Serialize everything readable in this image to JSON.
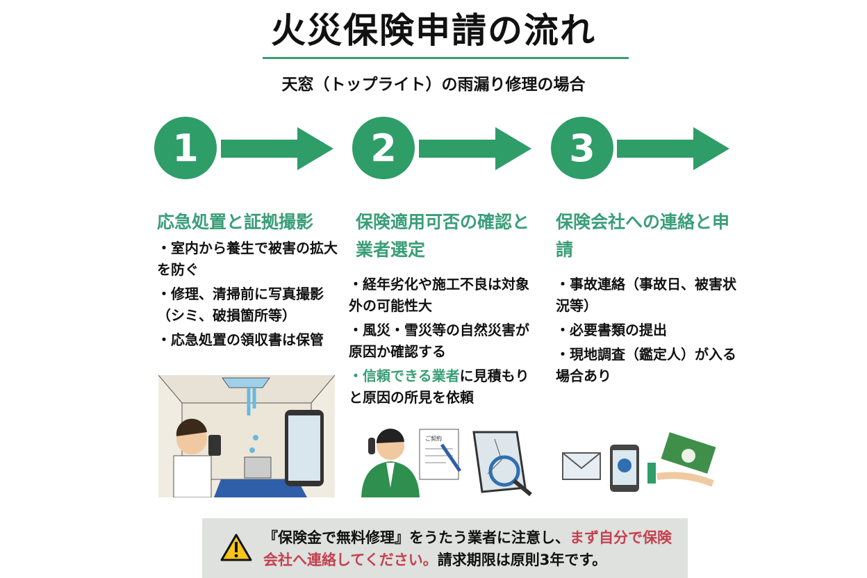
{
  "title": "火災保険申請の流れ",
  "subtitle": "天窓（トップライト）の雨漏り修理の場合",
  "colors": {
    "accent": "#2e9d68",
    "heading": "#3a9e78",
    "warning_red": "#c3414f"
  },
  "steps": [
    {
      "number": "1",
      "heading": "応急処置と証拠撮影",
      "items": [
        "・室内から養生で被害の拡大を防ぐ",
        "・修理、清掃前に写真撮影（シミ、破損箇所等）",
        "・応急処置の領収書は保管"
      ],
      "illustration": "leaking-skylight-photo"
    },
    {
      "number": "2",
      "heading": "保険適用可否の確認と業者選定",
      "items": [
        "・経年劣化や施工不良は対象外の可能性大",
        "・風災・雪災等の自然災害が原因か確認する"
      ],
      "item3_highlight": "・信頼できる業者",
      "item3_rest": "に見積もりと原因の所見を依頼",
      "doc_label": "ご契約",
      "illustration": "contractor-inspection"
    },
    {
      "number": "3",
      "heading": "保険会社への連絡と申請",
      "items": [
        "・事故連絡（事故日、被害状況等）",
        "・必要書類の提出",
        "・現地調査（鑑定人）が入る場合あり"
      ],
      "illustration": "mail-phone-money"
    }
  ],
  "warning": {
    "icon": "warning-icon",
    "part1": "『保険金で無料修理』をうたう業者に注意し、",
    "part2_red": "まず自分で保険会社へ連絡してください。",
    "part3": "請求期限は原則3年です。"
  }
}
